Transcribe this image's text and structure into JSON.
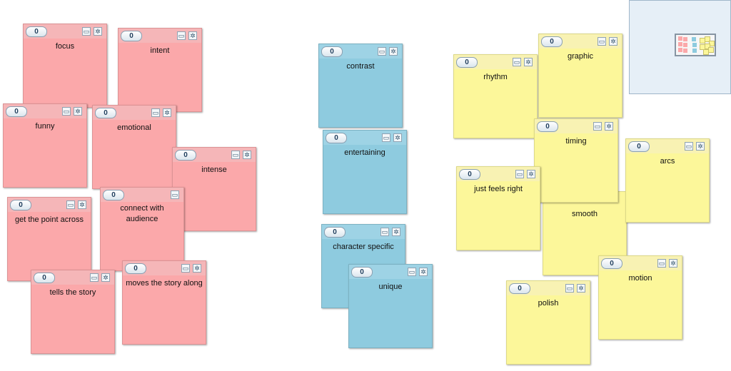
{
  "colors": {
    "pink": "#fba8aa",
    "blue": "#8ecbdf",
    "yellow": "#fcf79a",
    "minimap_bg": "#e6eff7"
  },
  "icons": {
    "comment": "comment-icon",
    "gear": "gear-icon"
  },
  "notes": [
    {
      "id": "focus",
      "text": "focus",
      "votes": "0",
      "color": "pink"
    },
    {
      "id": "intent",
      "text": "intent",
      "votes": "0",
      "color": "pink"
    },
    {
      "id": "funny",
      "text": "funny",
      "votes": "0",
      "color": "pink"
    },
    {
      "id": "emotional",
      "text": "emotional",
      "votes": "0",
      "color": "pink"
    },
    {
      "id": "intense",
      "text": "intense",
      "votes": "0",
      "color": "pink"
    },
    {
      "id": "get-point",
      "text": "get the point across",
      "votes": "0",
      "color": "pink"
    },
    {
      "id": "connect",
      "text": "connect with audience",
      "votes": "0",
      "color": "pink"
    },
    {
      "id": "tells-story",
      "text": "tells the story",
      "votes": "0",
      "color": "pink"
    },
    {
      "id": "moves-story",
      "text": "moves the story along",
      "votes": "0",
      "color": "pink"
    },
    {
      "id": "contrast",
      "text": "contrast",
      "votes": "0",
      "color": "blue"
    },
    {
      "id": "entertaining",
      "text": "entertaining",
      "votes": "0",
      "color": "blue"
    },
    {
      "id": "character-specific",
      "text": "character specific",
      "votes": "0",
      "color": "blue"
    },
    {
      "id": "unique",
      "text": "unique",
      "votes": "0",
      "color": "blue"
    },
    {
      "id": "rhythm",
      "text": "rhythm",
      "votes": "0",
      "color": "yellow"
    },
    {
      "id": "graphic",
      "text": "graphic",
      "votes": "0",
      "color": "yellow"
    },
    {
      "id": "timing",
      "text": "timing",
      "votes": "0",
      "color": "yellow"
    },
    {
      "id": "arcs",
      "text": "arcs",
      "votes": "0",
      "color": "yellow"
    },
    {
      "id": "just-feels-right",
      "text": "just feels right",
      "votes": "0",
      "color": "yellow"
    },
    {
      "id": "smooth",
      "text": "smooth",
      "votes": "",
      "color": "yellow"
    },
    {
      "id": "motion",
      "text": "motion",
      "votes": "0",
      "color": "yellow"
    },
    {
      "id": "polish",
      "text": "polish",
      "votes": "0",
      "color": "yellow"
    }
  ]
}
